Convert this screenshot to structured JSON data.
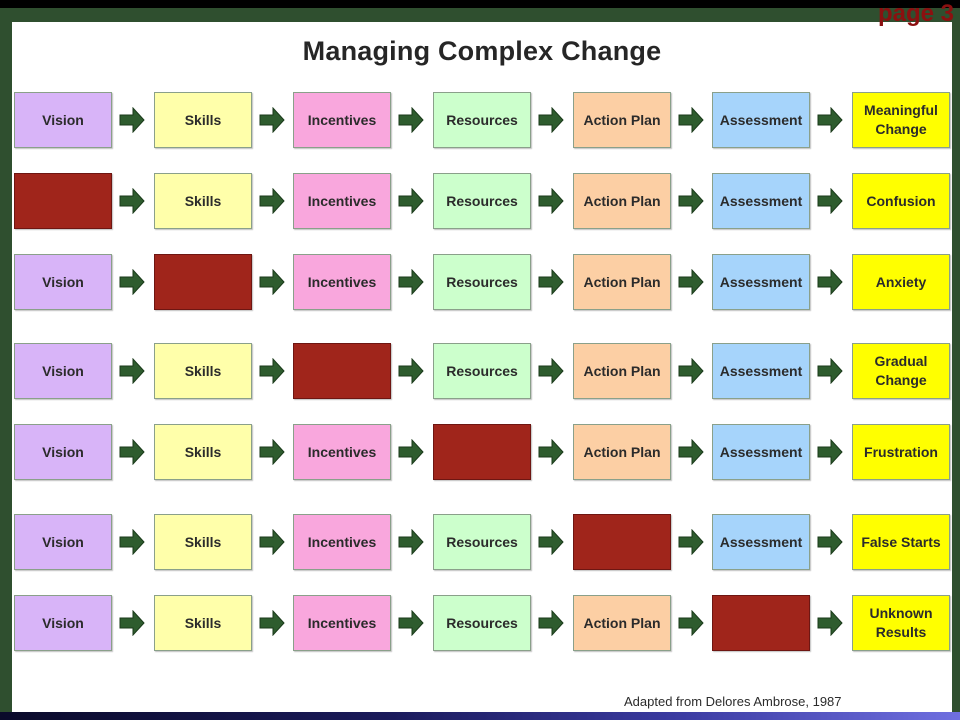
{
  "title": "Managing Complex Change",
  "page_label": "page 3",
  "credit": "Adapted from Delores Ambrose, 1987",
  "colors": {
    "vision": "#d8b4f8",
    "skills": "#ffffaa",
    "incentives": "#f9a7dd",
    "resources": "#ccffcc",
    "action_plan": "#fccfa4",
    "assessment": "#a6d4fb",
    "outcome": "#ffff00",
    "missing": "#a0251b",
    "arrow": "#2e5c2e"
  },
  "columns": [
    "vision",
    "skills",
    "incentives",
    "resources",
    "action_plan",
    "assessment",
    "outcome"
  ],
  "rows": [
    {
      "cells": [
        "Vision",
        "Skills",
        "Incentives",
        "Resources",
        "Action Plan",
        "Assessment",
        "Meaningful Change"
      ]
    },
    {
      "cells": [
        "",
        "Skills",
        "Incentives",
        "Resources",
        "Action Plan",
        "Assessment",
        "Confusion"
      ]
    },
    {
      "cells": [
        "Vision",
        "",
        "Incentives",
        "Resources",
        "Action Plan",
        "Assessment",
        "Anxiety"
      ]
    },
    {
      "cells": [
        "Vision",
        "Skills",
        "",
        "Resources",
        "Action Plan",
        "Assessment",
        "Gradual Change"
      ]
    },
    {
      "cells": [
        "Vision",
        "Skills",
        "Incentives",
        "",
        "Action Plan",
        "Assessment",
        "Frustration"
      ]
    },
    {
      "cells": [
        "Vision",
        "Skills",
        "Incentives",
        "Resources",
        "",
        "Assessment",
        "False Starts"
      ]
    },
    {
      "cells": [
        "Vision",
        "Skills",
        "Incentives",
        "Resources",
        "Action Plan",
        "",
        "Unknown Results"
      ]
    }
  ]
}
